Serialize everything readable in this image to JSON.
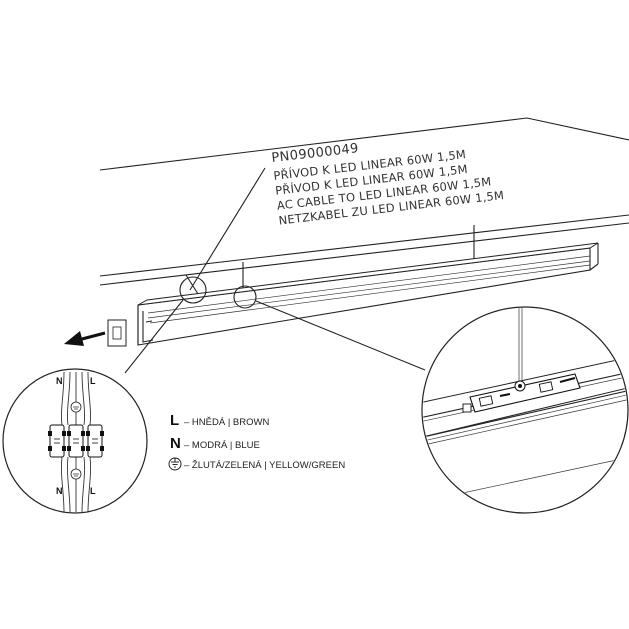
{
  "product_code": "PN09000049",
  "product_titles": [
    "PŘÍVOD K LED LINEAR 60W 1,5M",
    "PŘÍVOD K LED LINEAR 60W 1,5M",
    "AC CABLE TO LED LINEAR 60W 1,5M",
    "NETZKABEL ZU LED LINEAR 60W 1,5M"
  ],
  "wiring_labels": {
    "top_left": "N",
    "top_right": "L",
    "bottom_left": "N",
    "bottom_right": "L"
  },
  "legend": [
    {
      "symbol": "L",
      "text": "– HNĚDÁ | BROWN"
    },
    {
      "symbol": "N",
      "text": "– MODRÁ | BLUE"
    },
    {
      "symbol": "earth-icon",
      "text": "– ŽLUTÁ/ZELENÁ | YELLOW/GREEN"
    }
  ],
  "colors": {
    "line": "#222222",
    "background": "#ffffff"
  }
}
